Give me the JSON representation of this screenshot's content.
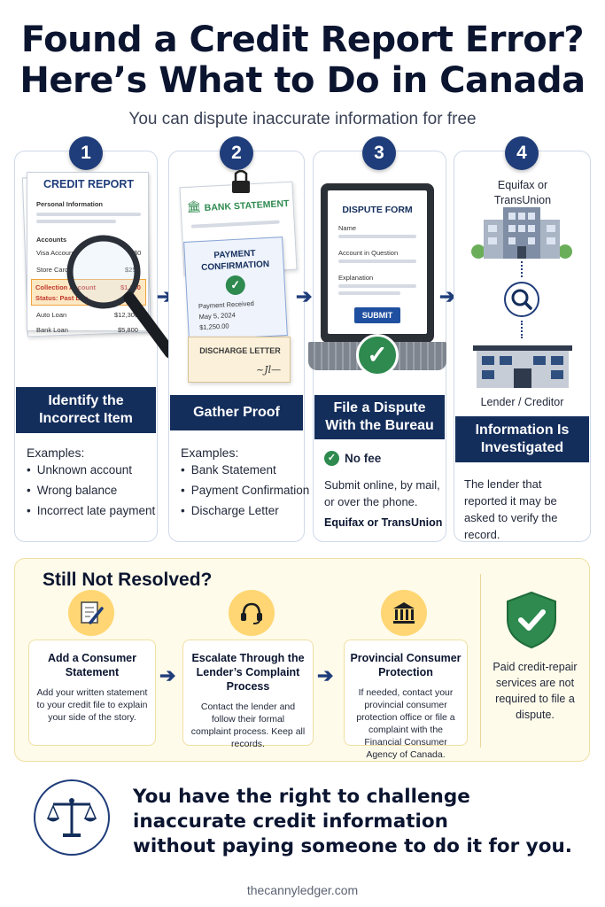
{
  "header": {
    "title_line1": "Found a Credit Report Error?",
    "title_line2": "Here’s What to Do in Canada",
    "subtitle": "You can dispute inaccurate information for free"
  },
  "steps": [
    {
      "number": "1",
      "heading": "Identify the Incorrect Item",
      "examples_title": "Examples:",
      "examples": [
        "Unknown account",
        "Wrong balance",
        "Incorrect late payment"
      ],
      "doc": {
        "title": "CREDIT REPORT",
        "section1": "Personal Information",
        "section2": "Accounts",
        "rows": [
          {
            "label": "Visa Account",
            "value": "$0"
          },
          {
            "label": "Store Card",
            "value": "$250"
          },
          {
            "label": "Collection Account",
            "value": "$1,250"
          },
          {
            "label": "Status: Past Due",
            "value": ""
          },
          {
            "label": "Auto Loan",
            "value": "$12,300"
          },
          {
            "label": "Bank Loan",
            "value": "$5,800"
          }
        ]
      }
    },
    {
      "number": "2",
      "heading": "Gather Proof",
      "examples_title": "Examples:",
      "examples": [
        "Bank Statement",
        "Payment Confirmation",
        "Discharge Letter"
      ],
      "doc": {
        "bank_statement": "BANK STATEMENT",
        "payment_title": "PAYMENT CONFIRMATION",
        "payment_received": "Payment Received",
        "payment_date": "May 5, 2024",
        "payment_amount": "$1,250.00",
        "discharge": "DISCHARGE LETTER"
      }
    },
    {
      "number": "3",
      "heading": "File a Dispute With the Bureau",
      "no_fee": "No fee",
      "body": "Submit online, by mail, or over the phone.",
      "bureaus": "Equifax or TransUnion",
      "form": {
        "title": "DISPUTE FORM",
        "field1": "Name",
        "field2": "Account in Question",
        "field3": "Explanation",
        "submit": "SUBMIT"
      }
    },
    {
      "number": "4",
      "heading": "Information Is Investigated",
      "top_label": "Equifax or TransUnion",
      "bottom_label": "Lender / Creditor",
      "body": "The lender that reported it may be asked to verify the record."
    }
  ],
  "resolve": {
    "title": "Still Not Resolved?",
    "cards": [
      {
        "title": "Add a Consumer Statement",
        "body": "Add your written statement to your credit file to explain your side of the story."
      },
      {
        "title": "Escalate Through the Lender’s Complaint Process",
        "body": "Contact the lender and follow their formal complaint process. Keep all records."
      },
      {
        "title": "Provincial Consumer Protection",
        "body": "If needed, contact your provincial consumer protection office or file a complaint with the Financial Consumer Agency of Canada."
      }
    ],
    "note": "Paid credit-repair services are not required to file a dispute."
  },
  "bottom": {
    "line1": "You have the right to challenge",
    "line2": "inaccurate credit information",
    "line3": "without paying someone to do it for you."
  },
  "footer": "thecannyledger.com",
  "colors": {
    "navy": "#142e5c",
    "accent_blue": "#1f3d7a",
    "green": "#2e8a4f",
    "highlight": "#ffd673",
    "cream": "#fffbea"
  }
}
